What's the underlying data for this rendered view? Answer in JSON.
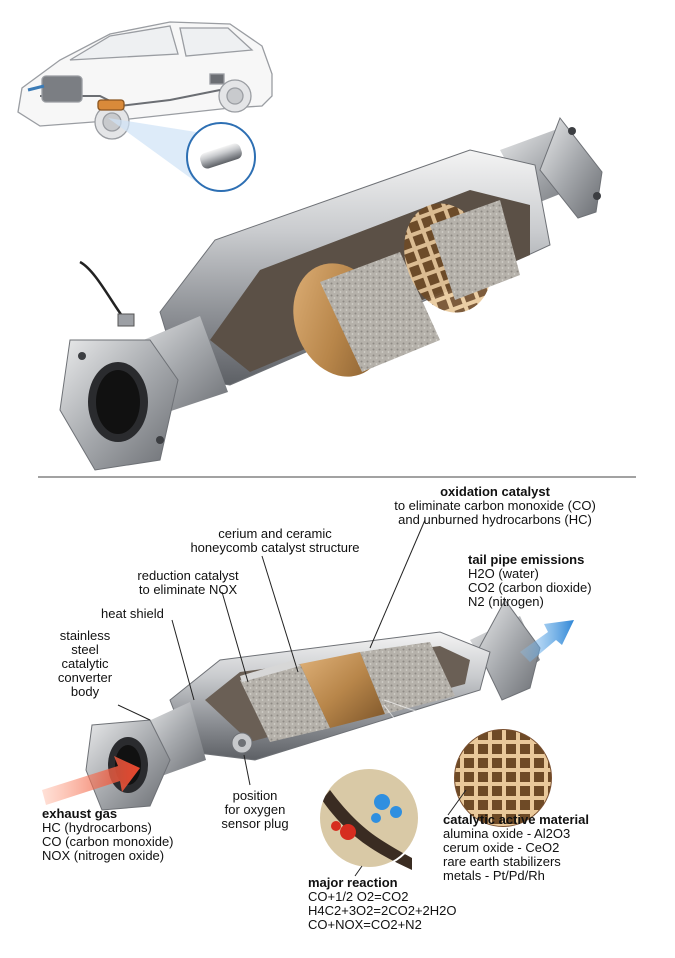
{
  "labels": {
    "oxidation": {
      "title": "oxidation catalyst",
      "lines": [
        "to eliminate carbon monoxide (CO)",
        "and unburned hydrocarbons (HC)"
      ]
    },
    "cerium": {
      "lines": [
        "cerium and ceramic",
        "honeycomb catalyst structure"
      ]
    },
    "reduction": {
      "lines": [
        "reduction catalyst",
        "to eliminate NOX"
      ]
    },
    "heat_shield": "heat shield",
    "body": {
      "lines": [
        "stainless",
        "steel",
        "catalytic",
        "converter",
        "body"
      ]
    },
    "tail_pipe": {
      "title": "tail pipe emissions",
      "lines": [
        "H2O (water)",
        "CO2 (carbon dioxide)",
        "N2 (nitrogen)"
      ]
    },
    "sensor": {
      "lines": [
        "position",
        "for oxygen",
        "sensor plug"
      ]
    },
    "exhaust": {
      "title": "exhaust gas",
      "lines": [
        "HC (hydrocarbons)",
        "CO (carbon monoxide)",
        "NOX (nitrogen oxide)"
      ]
    },
    "catalytic_material": {
      "title": "catalytic active material",
      "lines": [
        "alumina oxide - Al2O3",
        "cerum oxide - CeO2",
        "rare earth stabilizers",
        "metals - Pt/Pd/Rh"
      ]
    },
    "reaction": {
      "title": "major reaction",
      "lines": [
        "CO+1/2 O2=CO2",
        "H4C2+3O2=2CO2+2H2O",
        "CO+NOX=CO2+N2"
      ]
    }
  },
  "colors": {
    "inlet_arrow": "#e8452c",
    "outlet_arrow": "#2e86d6",
    "steel": "#b9bcc0",
    "catalyst_gold": "#b8864a",
    "ceramic_gray": "#a9a59e"
  }
}
